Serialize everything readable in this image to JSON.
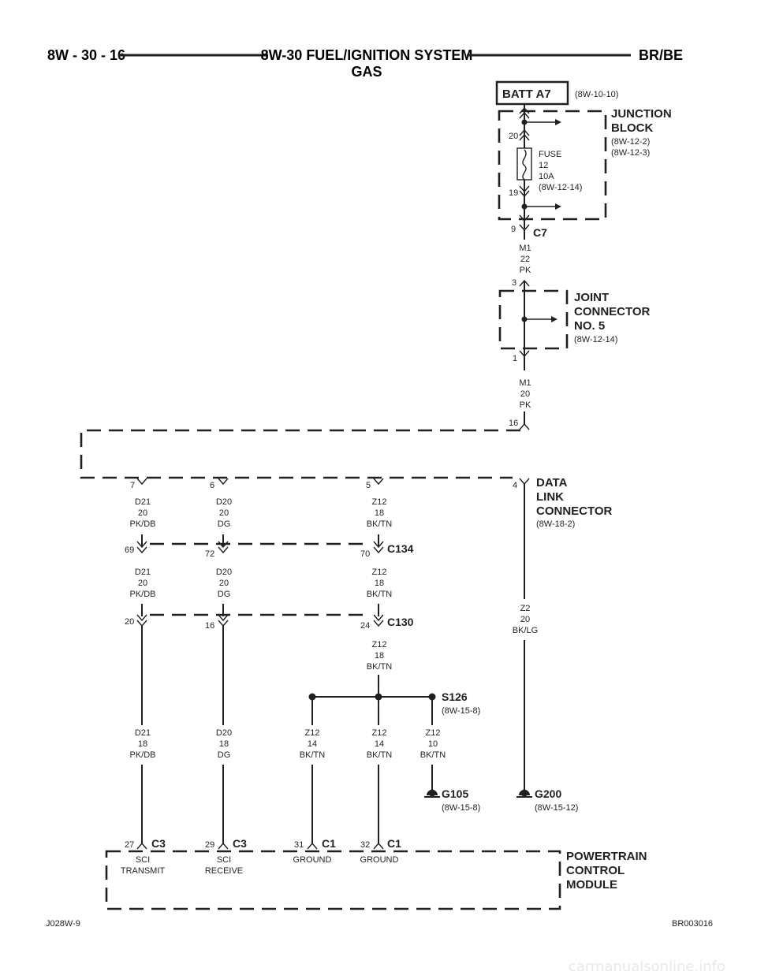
{
  "header": {
    "page_num": "8W - 30 - 16",
    "title": "8W-30 FUEL/IGNITION SYSTEM",
    "subtitle": "GAS",
    "model": "BR/BE"
  },
  "batt": {
    "label": "BATT A7",
    "ref": "(8W-10-10)"
  },
  "junction_block": {
    "title1": "JUNCTION",
    "title2": "BLOCK",
    "ref1": "(8W-12-2)",
    "ref2": "(8W-12-3)",
    "pin_top": "20",
    "pin_bottom": "19",
    "fuse": {
      "l1": "FUSE",
      "l2": "12",
      "l3": "10A",
      "ref": "(8W-12-14)"
    }
  },
  "c7": {
    "label": "C7",
    "pin": "9",
    "wire": [
      "M1",
      "22",
      "PK"
    ]
  },
  "joint_connector": {
    "title1": "JOINT",
    "title2": "CONNECTOR",
    "title3": "NO. 5",
    "ref": "(8W-12-14)",
    "pin_in": "3",
    "pin_out": "1",
    "wire_out": [
      "M1",
      "20",
      "PK"
    ]
  },
  "dlc": {
    "title1": "DATA",
    "title2": "LINK",
    "title3": "CONNECTOR",
    "ref": "(8W-18-2)",
    "pin_in": "16",
    "pins": [
      "7",
      "6",
      "5",
      "4"
    ],
    "wires": [
      [
        "D21",
        "20",
        "PK/DB"
      ],
      [
        "D20",
        "20",
        "DG"
      ],
      [
        "Z12",
        "18",
        "BK/TN"
      ],
      [
        "Z2",
        "20",
        "BK/LG"
      ]
    ]
  },
  "c134": {
    "label": "C134",
    "pins": [
      "69",
      "72",
      "70"
    ],
    "wires": [
      [
        "D21",
        "20",
        "PK/DB"
      ],
      [
        "D20",
        "20",
        "DG"
      ],
      [
        "Z12",
        "18",
        "BK/TN"
      ]
    ]
  },
  "c130": {
    "label": "C130",
    "pins": [
      "20",
      "16",
      "24"
    ],
    "wire_z12": [
      "Z12",
      "18",
      "BK/TN"
    ]
  },
  "s126": {
    "label": "S126",
    "ref": "(8W-15-8)"
  },
  "lower_wires": [
    [
      "D21",
      "18",
      "PK/DB"
    ],
    [
      "D20",
      "18",
      "DG"
    ],
    [
      "Z12",
      "14",
      "BK/TN"
    ],
    [
      "Z12",
      "14",
      "BK/TN"
    ],
    [
      "Z12",
      "10",
      "BK/TN"
    ]
  ],
  "grounds": [
    {
      "label": "G105",
      "ref": "(8W-15-8)"
    },
    {
      "label": "G200",
      "ref": "(8W-15-12)"
    }
  ],
  "pcm": {
    "title1": "POWERTRAIN",
    "title2": "CONTROL",
    "title3": "MODULE",
    "pins": [
      {
        "num": "27",
        "conn": "C3",
        "l1": "SCI",
        "l2": "TRANSMIT"
      },
      {
        "num": "29",
        "conn": "C3",
        "l1": "SCI",
        "l2": "RECEIVE"
      },
      {
        "num": "31",
        "conn": "C1",
        "l1": "GROUND",
        "l2": ""
      },
      {
        "num": "32",
        "conn": "C1",
        "l1": "GROUND",
        "l2": ""
      }
    ]
  },
  "footer": {
    "left": "J028W-9",
    "right": "BR003016"
  },
  "watermark": "carmanualsonline.info"
}
